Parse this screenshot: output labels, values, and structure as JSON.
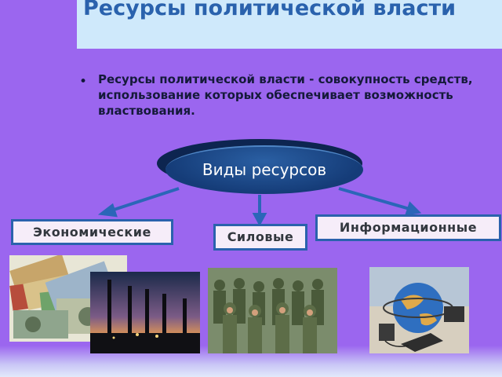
{
  "slide": {
    "title": "Ресурсы политической власти",
    "bullet": "Ресурсы политической власти - совокупность средств, использование которых обеспечивает возможность властвования.",
    "bullet_marker": "•",
    "center_label": "Виды ресурсов",
    "categories": {
      "economic": "Экономические",
      "force": "Силовые",
      "information": "Информационные"
    }
  },
  "colors": {
    "background": "#9b66ef",
    "title_text": "#2a62ad",
    "title_box": "#cfe9fb",
    "oval": "#153c78",
    "category_border": "#2a62ad",
    "arrows": "#2b66b8"
  },
  "pictures": [
    "money-photo",
    "power-plant-photo",
    "soldiers-photo",
    "globe-computer-photo"
  ]
}
